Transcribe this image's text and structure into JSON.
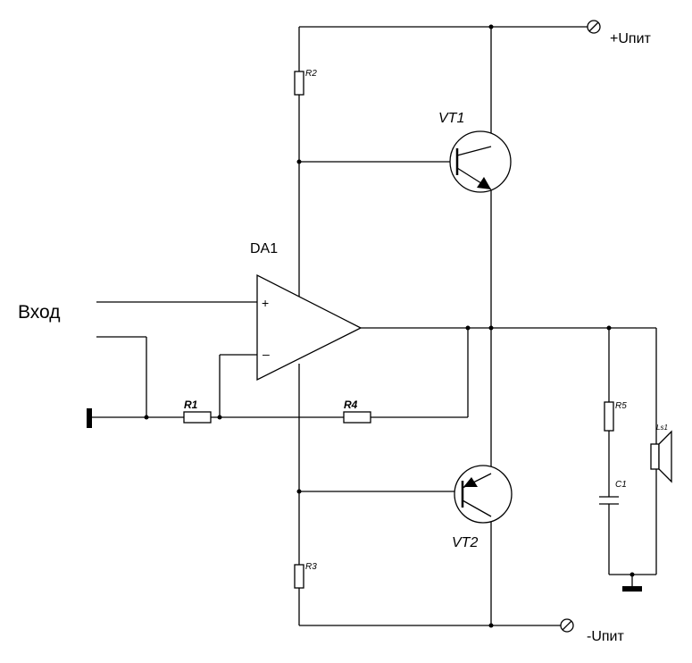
{
  "labels": {
    "input": "Вход",
    "vplus": "+Uпит",
    "vminus": "-Uпит",
    "opamp": "DA1",
    "vt1": "VT1",
    "vt2": "VT2",
    "r1": "R1",
    "r2": "R2",
    "r3": "R3",
    "r4": "R4",
    "r5": "R5",
    "c1": "C1",
    "ls1": "Ls1",
    "plus": "+",
    "minus": "–"
  }
}
